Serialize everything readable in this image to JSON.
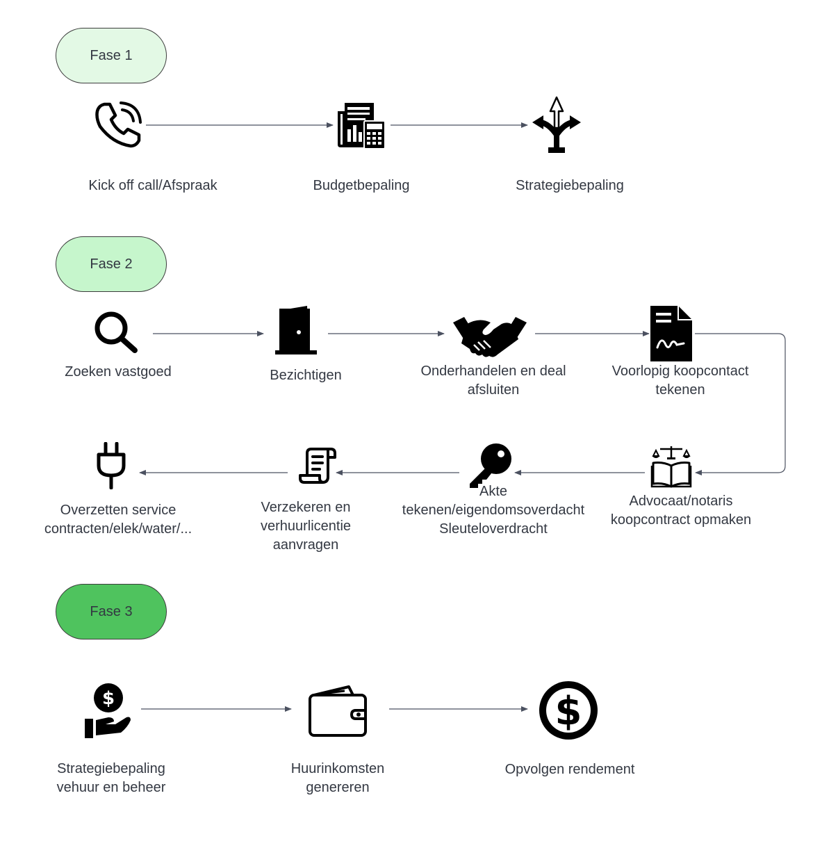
{
  "colors": {
    "fase1": "#e3f9e5",
    "fase2": "#c6f6cc",
    "fase3": "#4fc35e",
    "connector": "#4b5160",
    "icon": "#000000",
    "text": "#333842"
  },
  "phases": [
    {
      "label": "Fase 1"
    },
    {
      "label": "Fase 2"
    },
    {
      "label": "Fase 3"
    }
  ],
  "steps": {
    "kickoff": {
      "label": "Kick off call/Afspraak",
      "icon": "phone-icon"
    },
    "budget": {
      "label": "Budgetbepaling",
      "icon": "newspaper-calculator-icon"
    },
    "strategy": {
      "label": "Strategiebepaling",
      "icon": "split-arrow-icon"
    },
    "search": {
      "label": "Zoeken vastgoed",
      "icon": "search-icon"
    },
    "visit": {
      "label": "Bezichtigen",
      "icon": "door-icon"
    },
    "negotiate": {
      "label_line1": "Onderhandelen en deal",
      "label_line2": "afsluiten",
      "icon": "handshake-icon"
    },
    "preliminary": {
      "label_line1": "Voorlopig koopcontact",
      "label_line2": "tekenen",
      "icon": "signed-document-icon"
    },
    "lawyer": {
      "label_line1": "Advocaat/notaris",
      "label_line2": "koopcontract opmaken",
      "icon": "law-book-icon"
    },
    "deed": {
      "label_line1": "Akte",
      "label_line2": "tekenen/eigendomsoverdacht",
      "label_line3": "Sleuteloverdracht",
      "icon": "key-icon"
    },
    "insure": {
      "label_line1": "Verzekeren en",
      "label_line2": "verhuurlicentie",
      "label_line3": "aanvragen",
      "icon": "scroll-icon"
    },
    "utilities": {
      "label_line1": "Overzetten service",
      "label_line2": "contracten/elek/water/...",
      "icon": "plug-icon"
    },
    "rental_strategy": {
      "label_line1": "Strategiebepaling",
      "label_line2": "vehuur en beheer",
      "icon": "hand-dollar-icon"
    },
    "income": {
      "label_line1": "Huurinkomsten",
      "label_line2": "genereren",
      "icon": "wallet-icon"
    },
    "follow": {
      "label": "Opvolgen rendement",
      "icon": "dollar-circle-icon"
    }
  }
}
